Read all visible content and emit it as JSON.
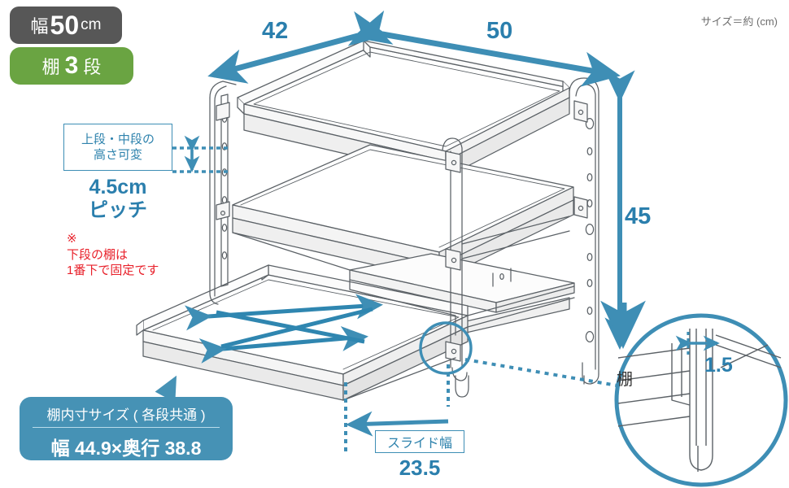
{
  "badges": {
    "width": {
      "prefix": "幅",
      "value": "50",
      "unit": "cm"
    },
    "tiers": {
      "prefix": "棚",
      "value": "3",
      "suffix": "段"
    }
  },
  "size_note": "サイズ＝約 (cm)",
  "adjustable_note": {
    "line1": "上段・中段の",
    "line2": "高さ可変"
  },
  "pitch": {
    "value": "4.5cm",
    "label": "ピッチ"
  },
  "red_note": {
    "mark": "※",
    "line1": "下段の棚は",
    "line2": "1番下で固定です"
  },
  "inner_size_callout": {
    "title": "棚内寸サイズ ( 各段共通 )",
    "value": "幅 44.9×奥行 38.8"
  },
  "slide_width": {
    "label": "スライド幅",
    "value": "23.5"
  },
  "detail_circle": {
    "shelf_label": "棚",
    "gap_value": "1.5"
  },
  "dimensions": {
    "depth": "42",
    "width": "50",
    "height": "45"
  },
  "colors": {
    "accent_blue": "#3e8eb5",
    "text_blue": "#2b7fad",
    "callout_blue": "#4692b5",
    "badge_gray": "#575757",
    "badge_green": "#6aa442",
    "red": "#e8202a",
    "line_gray": "#5b6166"
  }
}
